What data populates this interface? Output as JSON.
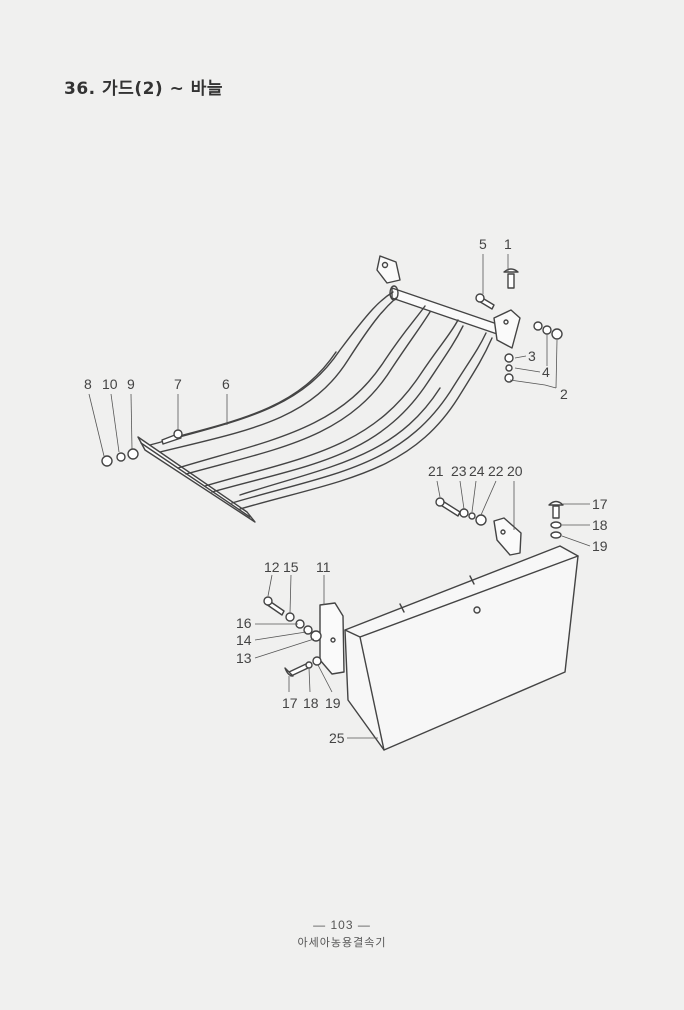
{
  "title": "36. 가드(2) ~ 바늘",
  "footer": {
    "page_number": "— 103 —",
    "publisher": "아세아농용결속기"
  },
  "callouts": [
    "1",
    "2",
    "3",
    "4",
    "5",
    "6",
    "7",
    "8",
    "10",
    "9",
    "21",
    "23",
    "24",
    "22",
    "20",
    "17",
    "18",
    "19",
    "12",
    "15",
    "11",
    "16",
    "14",
    "13",
    "17",
    "18",
    "19",
    "25"
  ]
}
